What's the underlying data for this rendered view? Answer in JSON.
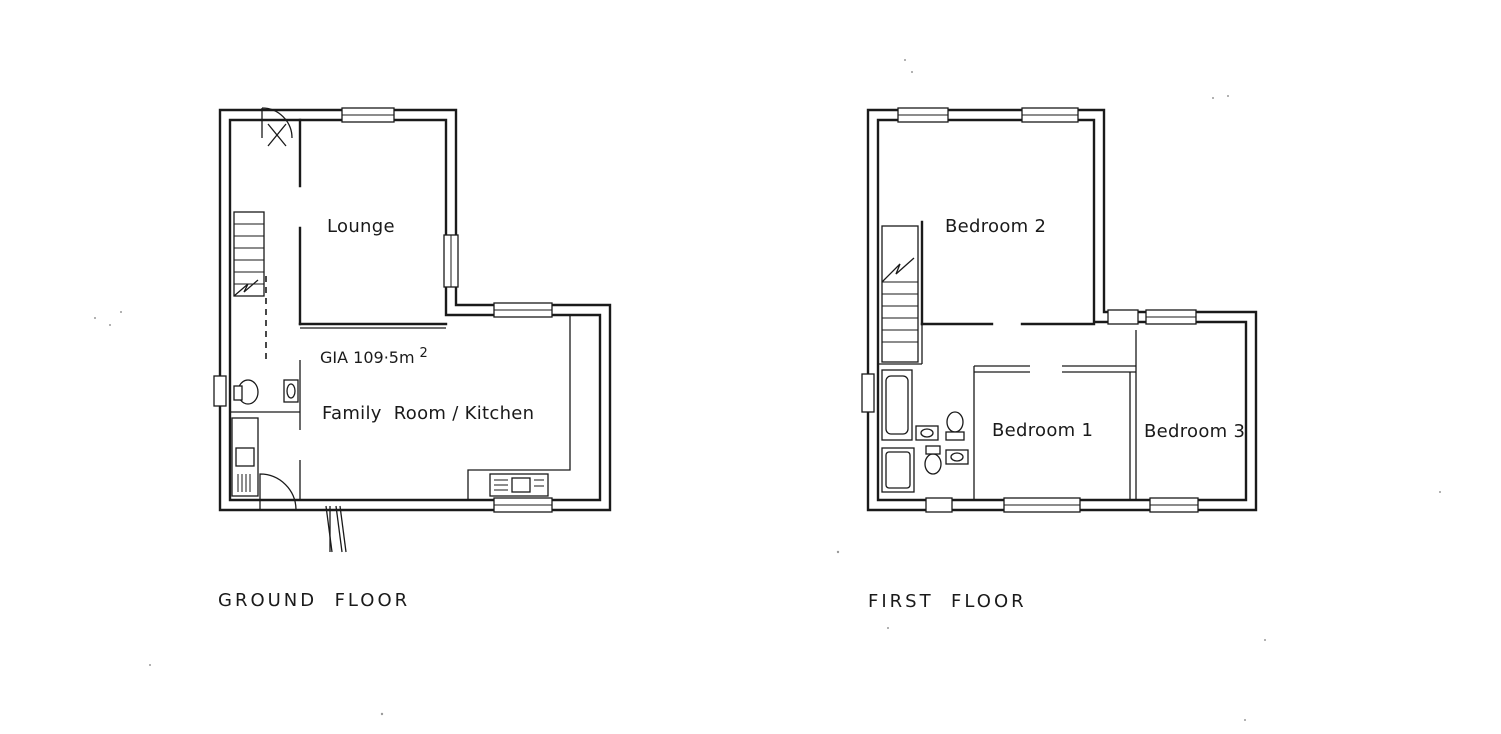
{
  "ground_floor": {
    "caption": "GROUND  FLOOR",
    "rooms": {
      "lounge": "Lounge",
      "family_kitchen": "Family  Room / Kitchen"
    },
    "area": {
      "text": "GIA  109·5m",
      "superscript": "2"
    }
  },
  "first_floor": {
    "caption": "FIRST  FLOOR",
    "rooms": {
      "bedroom_2": "Bedroom 2",
      "bedroom_1": "Bedroom 1",
      "bedroom_3": "Bedroom 3"
    }
  }
}
